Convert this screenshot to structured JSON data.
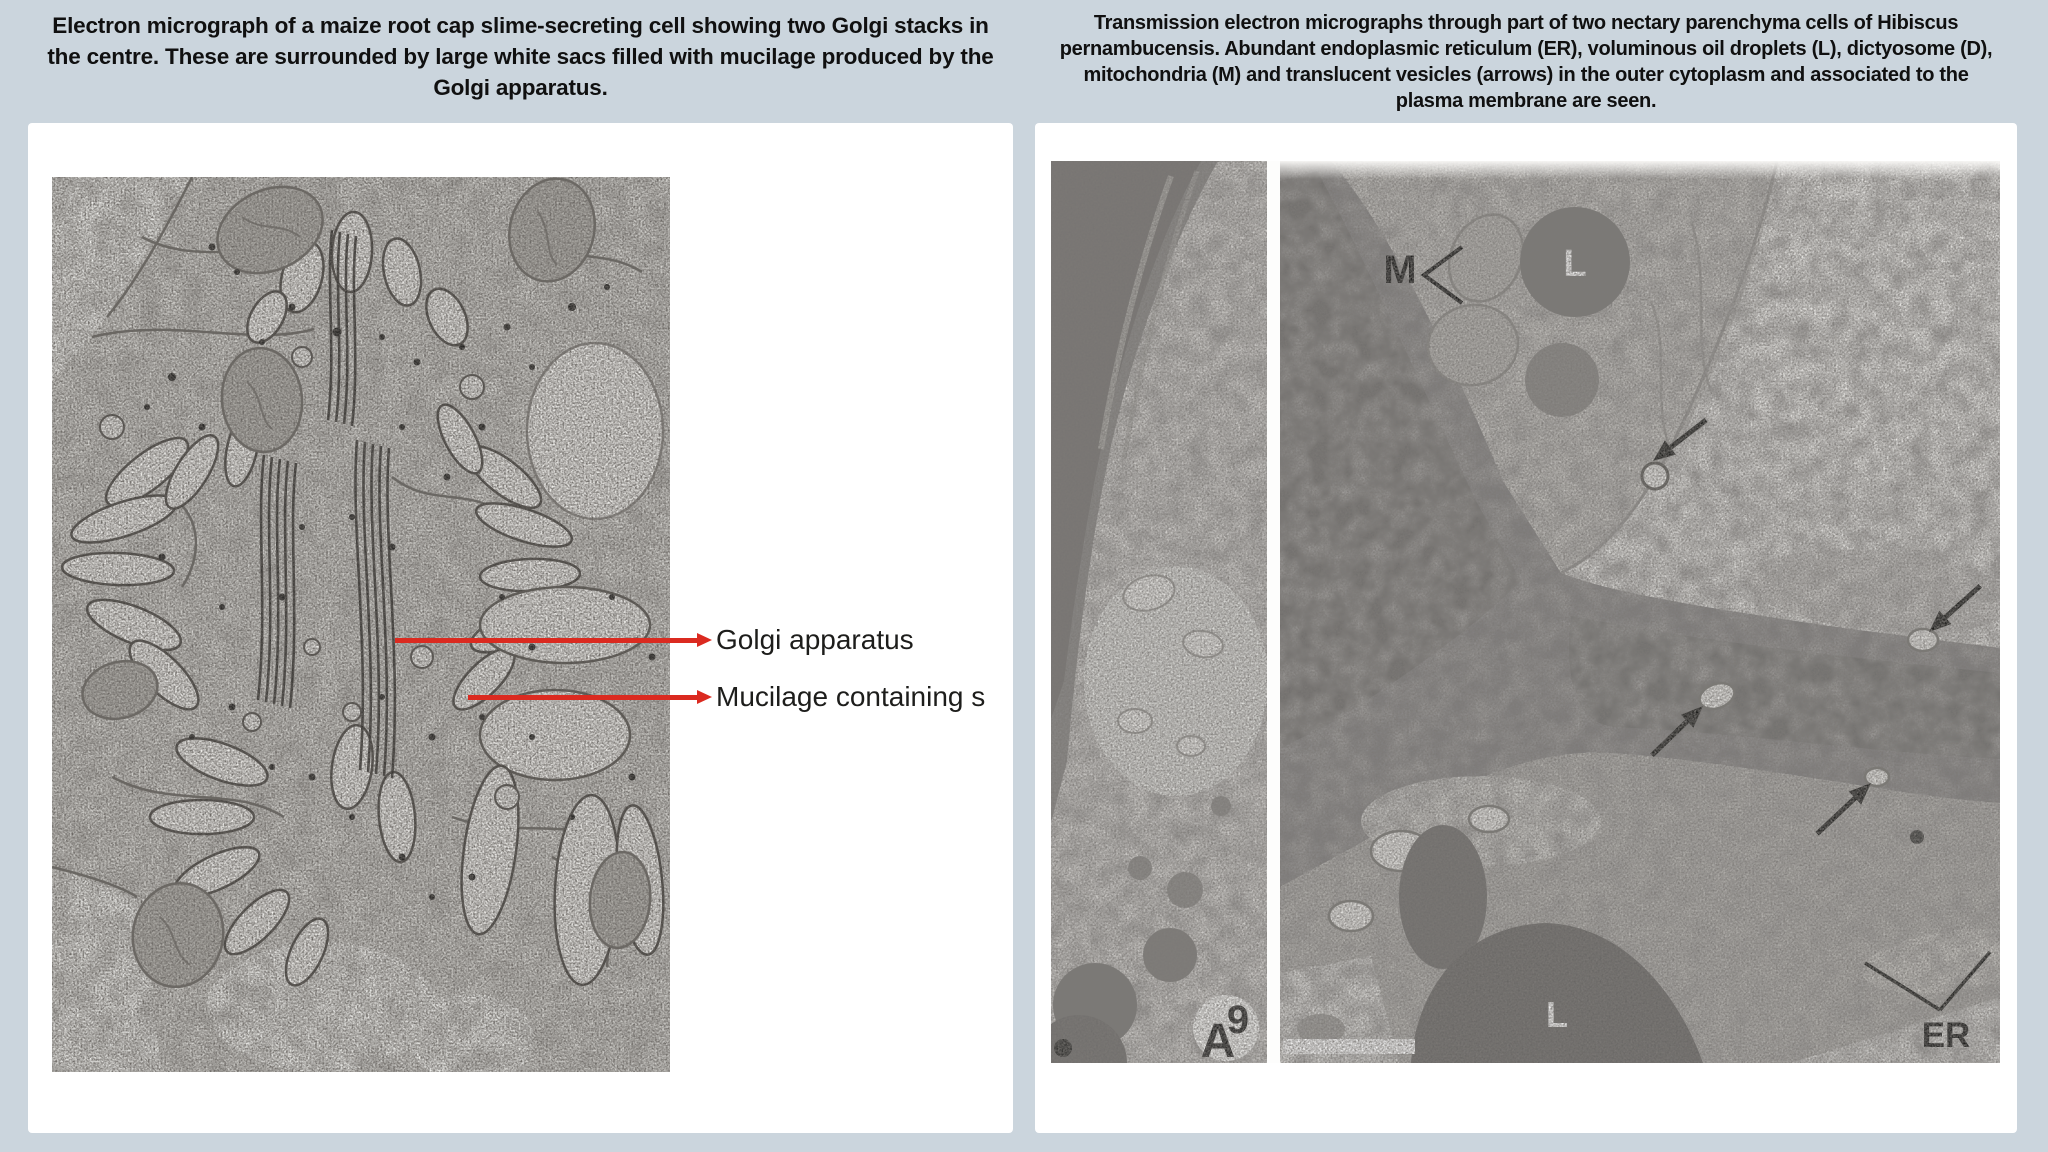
{
  "page": {
    "background_color": "#cbd5dd",
    "panel_background": "#ffffff",
    "annotation_red": "#db2a20"
  },
  "left_panel": {
    "caption": "Electron micrograph of a maize root cap slime-secreting cell showing two Golgi stacks in\nthe centre. These are surrounded by large white sacs filled with mucilage produced by the\nGolgi apparatus.",
    "annotations": [
      {
        "label": "Golgi apparatus"
      },
      {
        "label": "Mucilage containing s"
      }
    ]
  },
  "right_panel": {
    "caption": "Transmission electron micrographs through part of two nectary parenchyma cells of Hibiscus\npernambucensis. Abundant endoplasmic reticulum (ER), voluminous oil droplets (L), dictyosome (D),\nmitochondria (M) and translucent vesicles (arrows) in the outer cytoplasm and associated to the\nplasma membrane are seen.",
    "labels": {
      "mitochondria": "M",
      "lipid_droplet_top": "L",
      "lipid_droplet_bottom": "L",
      "endoplasmic_reticulum": "ER",
      "panel_letter": "A",
      "panel_digit": "9"
    }
  }
}
